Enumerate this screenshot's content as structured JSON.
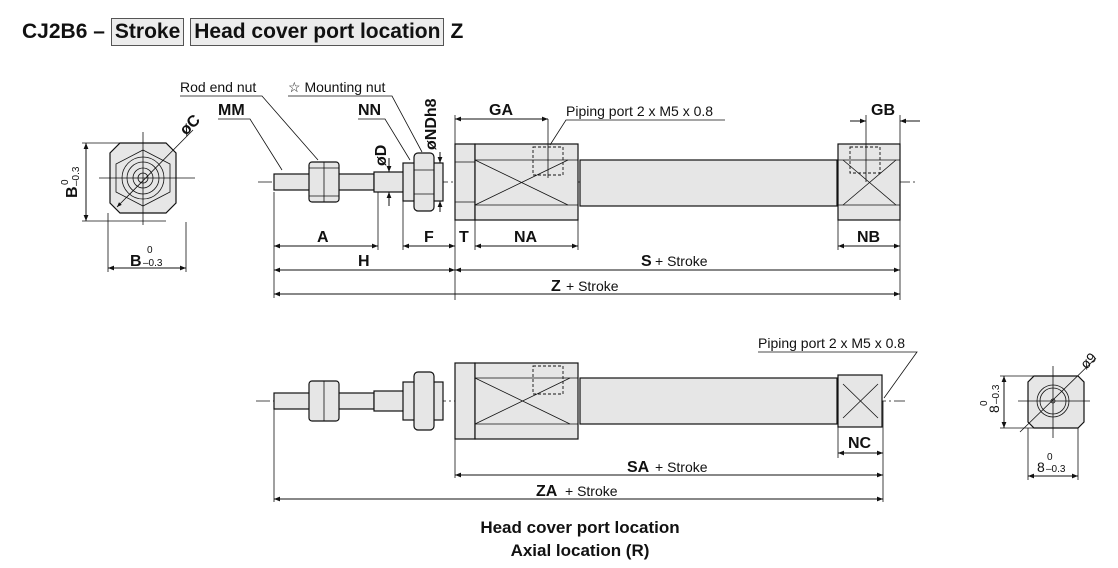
{
  "title": {
    "model": "CJ2B6 –",
    "box1": "Stroke",
    "box2": "Head cover port location",
    "suffix": "Z"
  },
  "top_view": {
    "callouts": {
      "rod_end_nut": "Rod end nut",
      "mounting_nut": "☆ Mounting nut",
      "piping_port": "Piping port 2 x M5 x 0.8"
    },
    "dims": {
      "MM": "MM",
      "NN": "NN",
      "D": "øD",
      "ND": "øNDh8",
      "GA": "GA",
      "GB": "GB",
      "A": "A",
      "F": "F",
      "T": "T",
      "NA": "NA",
      "NB": "NB",
      "H": "H",
      "S": "S",
      "S_suffix": "+ Stroke",
      "Z": "Z",
      "Z_suffix": "+ Stroke"
    }
  },
  "end_view_left": {
    "C": "øC",
    "B_vertical": "B",
    "B_vertical_upper": "0",
    "B_vertical_lower": "–0.3",
    "B_horizontal": "B",
    "B_horizontal_upper": "0",
    "B_horizontal_lower": "–0.3"
  },
  "bottom_view": {
    "piping_port": "Piping port 2 x M5 x 0.8",
    "dims": {
      "NC": "NC",
      "SA": "SA",
      "SA_suffix": "+ Stroke",
      "ZA": "ZA",
      "ZA_suffix": "+ Stroke"
    }
  },
  "end_view_right": {
    "dia": "ø9",
    "vertical": "8",
    "vertical_upper": "0",
    "vertical_lower": "–0.3",
    "horizontal": "8",
    "horizontal_upper": "0",
    "horizontal_lower": "–0.3"
  },
  "caption": {
    "line1": "Head cover port location",
    "line2": "Axial location (R)"
  }
}
